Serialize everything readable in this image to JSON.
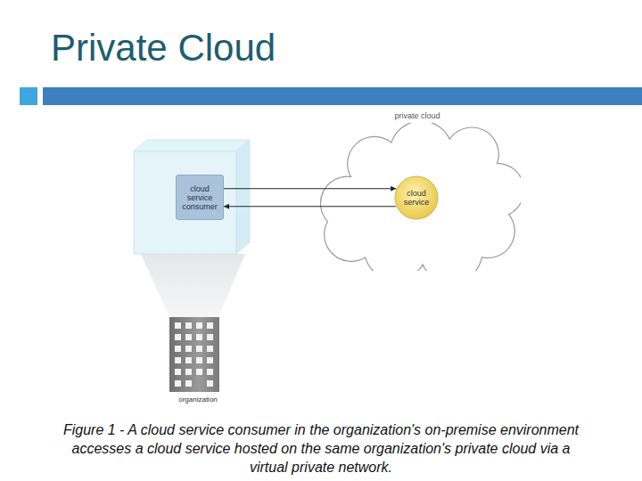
{
  "diagram": {
    "title": "Private Cloud",
    "caption": "Figure 1 - A cloud service consumer in the organization's on-premise environment accesses a cloud service hosted on the same organization's private cloud via a virtual private network.",
    "nodes": [
      {
        "text": [
          "cloud service consumer"
        ]
      },
      {
        "text": [
          "private cloud"
        ]
      },
      {
        "text": [
          "cloud service"
        ],
        "in": 1
      }
    ],
    "edges": [
      {
        "from": 0,
        "to": 2,
        "arrow": "to"
      },
      {
        "from": 2,
        "to": 0,
        "arrow": "to"
      }
    ],
    "labels": [
      "organization"
    ]
  }
}
